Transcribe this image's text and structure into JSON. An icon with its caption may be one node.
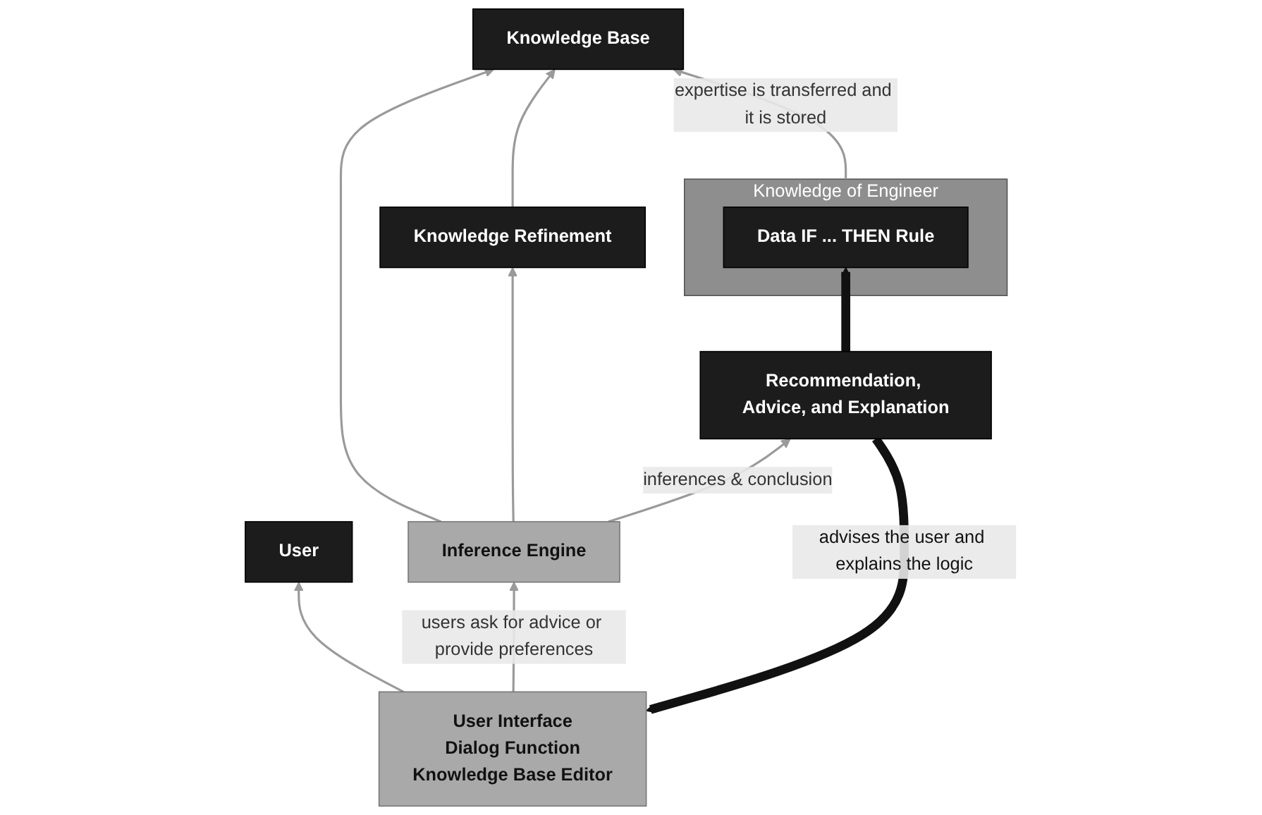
{
  "diagram": {
    "nodes": [
      {
        "text": [
          "User"
        ]
      },
      {
        "text": [
          "Knowledge Base"
        ]
      },
      {
        "text": [
          "User Interface",
          "Dialog Function",
          "Knowledge Base Editor"
        ]
      },
      {
        "text": [
          "Knowledge Refinement"
        ]
      },
      {
        "text": [
          "Knowledge of Engineer"
        ]
      },
      {
        "text": [
          "Data IF ... THEN Rule"
        ],
        "in": 4
      },
      {
        "text": [
          "Inference Engine"
        ]
      },
      {
        "text": [
          "Recommendation, Advice, and Explanation"
        ]
      }
    ],
    "edges": [
      {
        "from": 2,
        "to": 0,
        "arrow": "to"
      },
      {
        "from": 6,
        "to": 1,
        "arrow": "to"
      },
      {
        "from": 3,
        "to": 1,
        "arrow": "to"
      },
      {
        "from": 4,
        "to": 1,
        "arrow": "to",
        "label": "expertise is transferred and it is stored"
      },
      {
        "from": 6,
        "to": 3,
        "arrow": "to"
      },
      {
        "from": 2,
        "to": 6,
        "arrow": "to",
        "label": "users ask for advice or provide preferences"
      },
      {
        "from": 6,
        "to": 7,
        "arrow": "to",
        "label": "inferences & conclusion"
      },
      {
        "from": 7,
        "to": 2,
        "arrow": "to",
        "label": "advises the user and explains the logic",
        "style": "thick",
        "color": "#111111"
      },
      {
        "from": 7,
        "to": 5,
        "arrow": "to",
        "style": "thick",
        "color": "#111111"
      }
    ]
  }
}
